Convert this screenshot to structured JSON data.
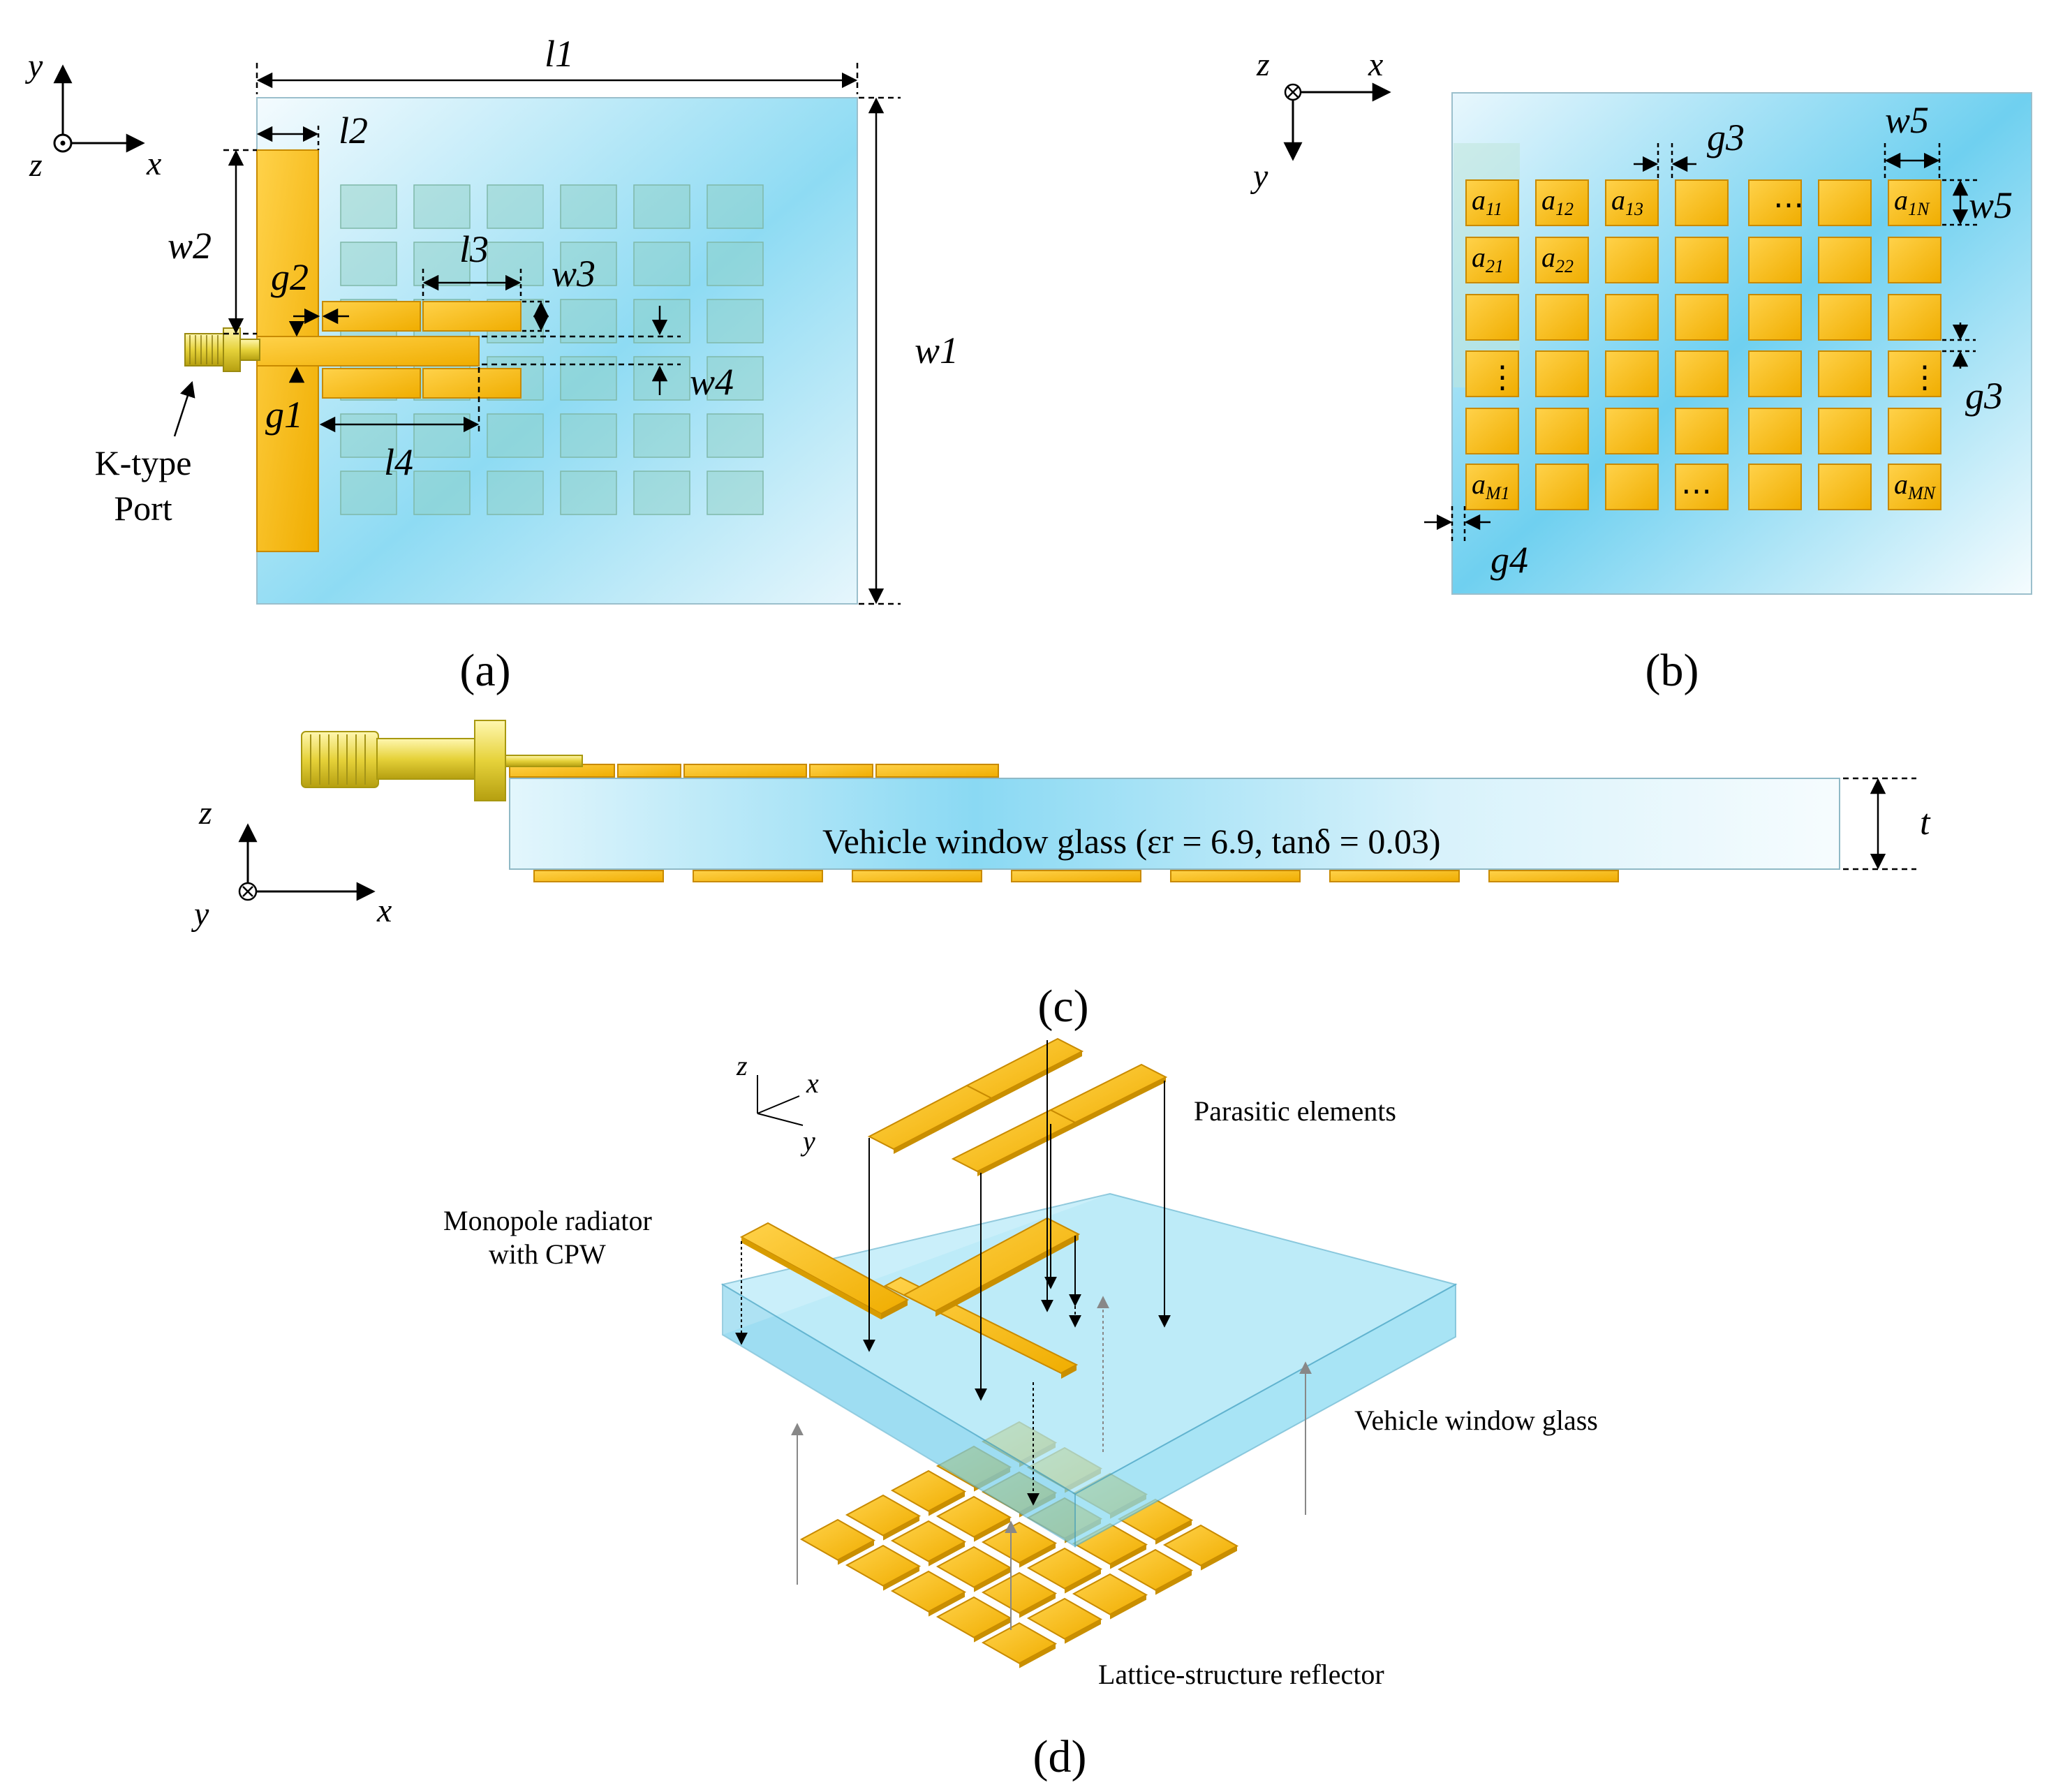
{
  "panel_a": {
    "caption": "(a)",
    "axis_y": "y",
    "axis_z": "z",
    "axis_x": "x",
    "dim_l1": "l1",
    "dim_l2": "l2",
    "dim_l3": "l3",
    "dim_l4": "l4",
    "dim_w1": "w1",
    "dim_w2": "w2",
    "dim_w3": "w3",
    "dim_w4": "w4",
    "dim_g1": "g1",
    "dim_g2": "g2",
    "port_line1": "K-type",
    "port_line2": "Port"
  },
  "panel_b": {
    "caption": "(b)",
    "axis_z": "z",
    "axis_x": "x",
    "axis_y": "y",
    "dim_g3_top": "g3",
    "dim_g3_side": "g3",
    "dim_g4": "g4",
    "dim_w5_top": "w5",
    "dim_w5_side": "w5",
    "cells": [
      "a11",
      "a12",
      "a13",
      "a1N",
      "a21",
      "a22",
      "aM1",
      "aMN"
    ],
    "ellipsis": "⋯",
    "vellipsis": "⋮"
  },
  "panel_c": {
    "caption": "(c)",
    "glass_label": "Vehicle window glass (εr = 6.9, tanδ = 0.03)",
    "dim_t": "t",
    "axis_z": "z",
    "axis_y": "y",
    "axis_x": "x"
  },
  "panel_d": {
    "caption": "(d)",
    "axis_z": "z",
    "axis_x": "x",
    "axis_y": "y",
    "label_parasitic": "Parasitic elements",
    "label_monopole_1": "Monopole radiator",
    "label_monopole_2": "with CPW",
    "label_glass": "Vehicle window glass",
    "label_reflector": "Lattice-structure reflector"
  },
  "colors": {
    "gold": "#f5b800",
    "gold_edge": "#c88a00",
    "glass": "#7fd6f2",
    "glass_light": "#e8f7fc"
  }
}
